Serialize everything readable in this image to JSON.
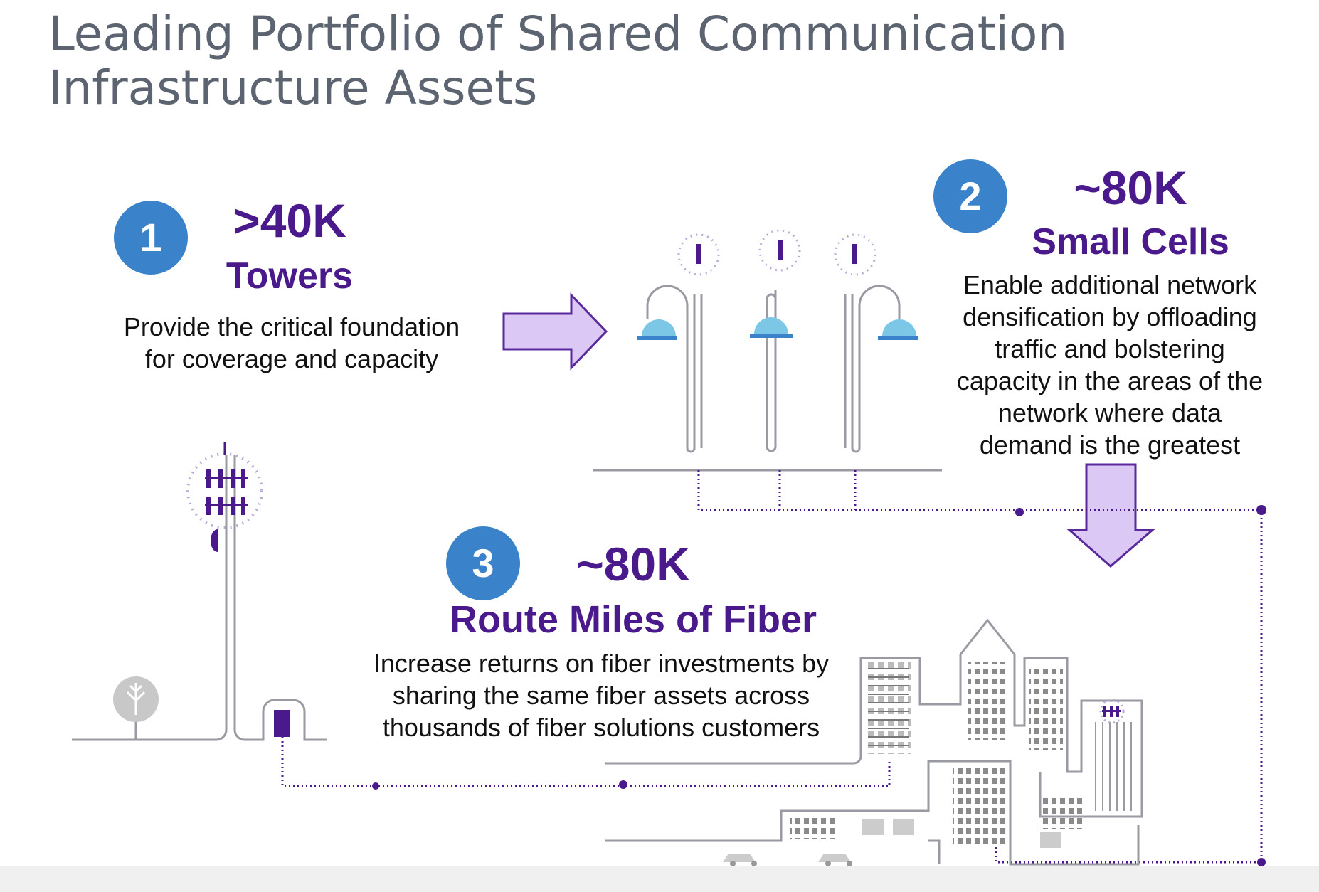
{
  "title": {
    "line1": "Leading Portfolio of Shared Communication",
    "line2": "Infrastructure Assets"
  },
  "sections": [
    {
      "number": "1",
      "value": ">40K",
      "label": "Towers",
      "description": [
        "Provide the critical foundation",
        "for coverage and capacity"
      ]
    },
    {
      "number": "2",
      "value": "~80K",
      "label": "Small Cells",
      "description": [
        "Enable additional network",
        "densification by offloading",
        "traffic and bolstering",
        "capacity in the areas of the",
        "network where data",
        "demand is the greatest"
      ]
    },
    {
      "number": "3",
      "value": "~80K",
      "label": "Route Miles of Fiber",
      "description": [
        "Increase returns on fiber investments by",
        "sharing the same fiber assets across",
        "thousands of fiber solutions customers"
      ]
    }
  ],
  "colors": {
    "badge": "#3a82c9",
    "heading": "#4a1a8c",
    "arrow_fill": "#dcc8f4",
    "arrow_stroke": "#5a2a9c",
    "fiber": "#4a1a8c",
    "light_cap": "#7cc6e6",
    "line": "#9a9aa2"
  },
  "icons": [
    "arrow-right-icon",
    "arrow-down-icon",
    "small-cell-pole-icon",
    "cell-tower-icon",
    "tree-icon",
    "city-buildings-icon",
    "car-icon"
  ]
}
